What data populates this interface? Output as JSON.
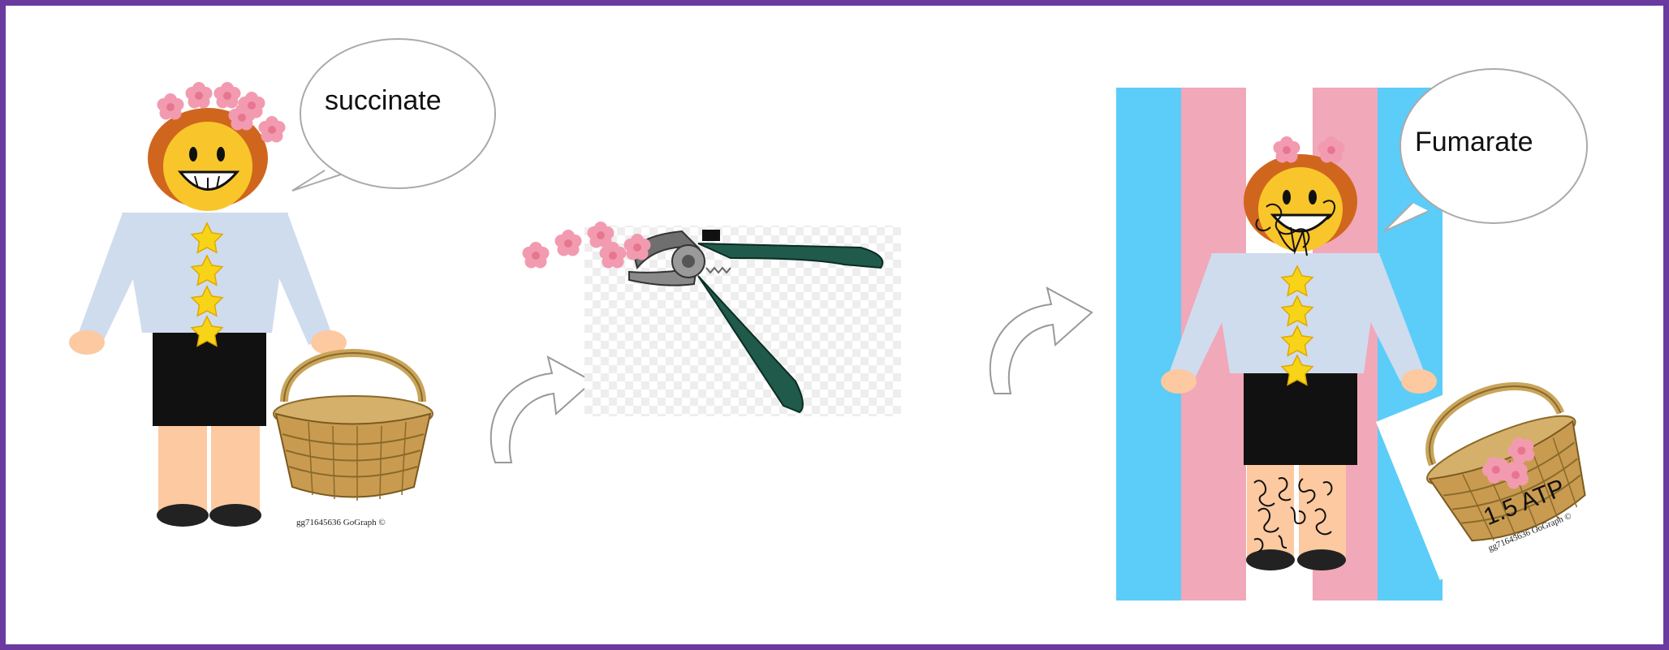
{
  "left_panel": {
    "speech": "succinate",
    "basket_credit": "gg71645636 GoGraph ©"
  },
  "right_panel": {
    "speech": "Fumarate",
    "basket_label": "1.5 ATP",
    "basket_credit": "gg71645636 GoGraph ©"
  },
  "colors": {
    "frame": "#6a3aa0",
    "flag_blue": "#5bcdf8",
    "flag_pink": "#f1a8b8",
    "shirt": "#cfdcee",
    "skin": "#fcc9a0",
    "hair": "#d0661e",
    "skirt": "#111111",
    "star": "#f7d417",
    "flower": "#f29bb0",
    "shears": "#1f5a4a"
  },
  "icons": [
    "flower-crown-icon",
    "shears-icon",
    "curved-arrow-icon",
    "basket-icon",
    "star-icon"
  ]
}
